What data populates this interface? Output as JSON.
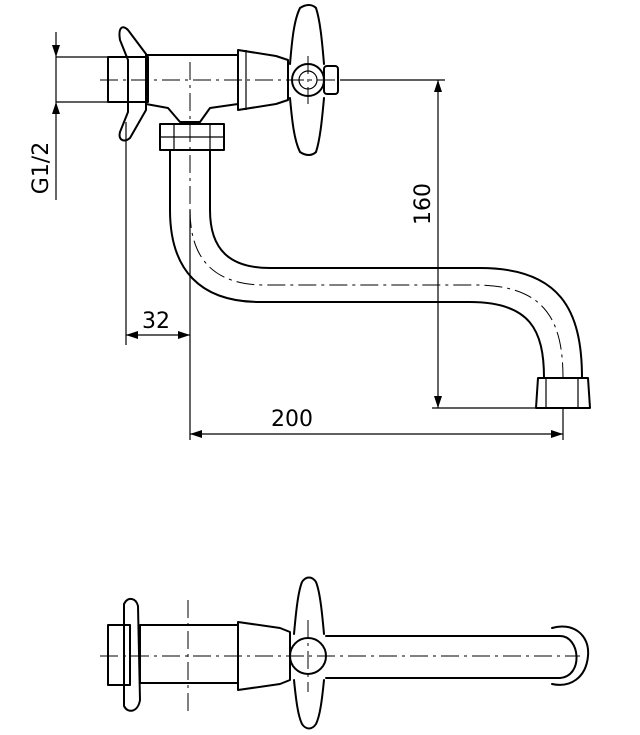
{
  "dimensions": {
    "thread": "G1/2",
    "wall_offset": "32",
    "spout_reach": "200",
    "spout_height": "160"
  }
}
